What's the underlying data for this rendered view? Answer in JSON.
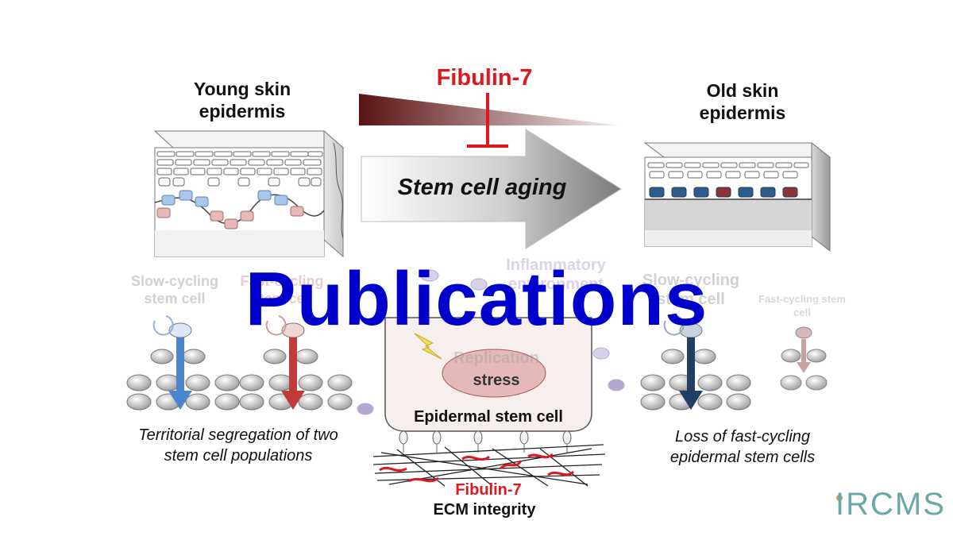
{
  "labels": {
    "young_skin": "Young skin epidermis",
    "old_skin": "Old skin epidermis",
    "fibulin_top": "Fibulin-7",
    "stem_cell_aging": "Stem cell aging",
    "slow_cycling_young": "Slow-cycling stem cell",
    "fast_cycling_young": "Fast-cycling stem cell",
    "inflammatory": "Inflammatory environment",
    "slow_cycling_old": "Slow-cycling stem cell",
    "fast_cycling_old": "Fast-cycling stem cell",
    "replication": "Replication",
    "stress": "stress",
    "epidermal_stem_cell": "Epidermal stem cell",
    "territorial": "Territorial segregation of two stem cell populations",
    "loss": "Loss of fast-cycling epidermal stem cells",
    "fibulin_bottom": "Fibulin-7",
    "ecm_integrity": "ECM integrity"
  },
  "overlay_title": "Publications",
  "logo_text": "IRCMS",
  "colors": {
    "title_blue": "#0000cc",
    "fibulin_red": "#e0171f",
    "blue_cell": "#a9c7ea",
    "red_cell": "#e6b9b9",
    "dark_blue_cell": "#2e5c8a",
    "dark_red_cell": "#8a3434",
    "logo_teal": "#6aa8a8",
    "logo_gold": "#c9a15a"
  }
}
